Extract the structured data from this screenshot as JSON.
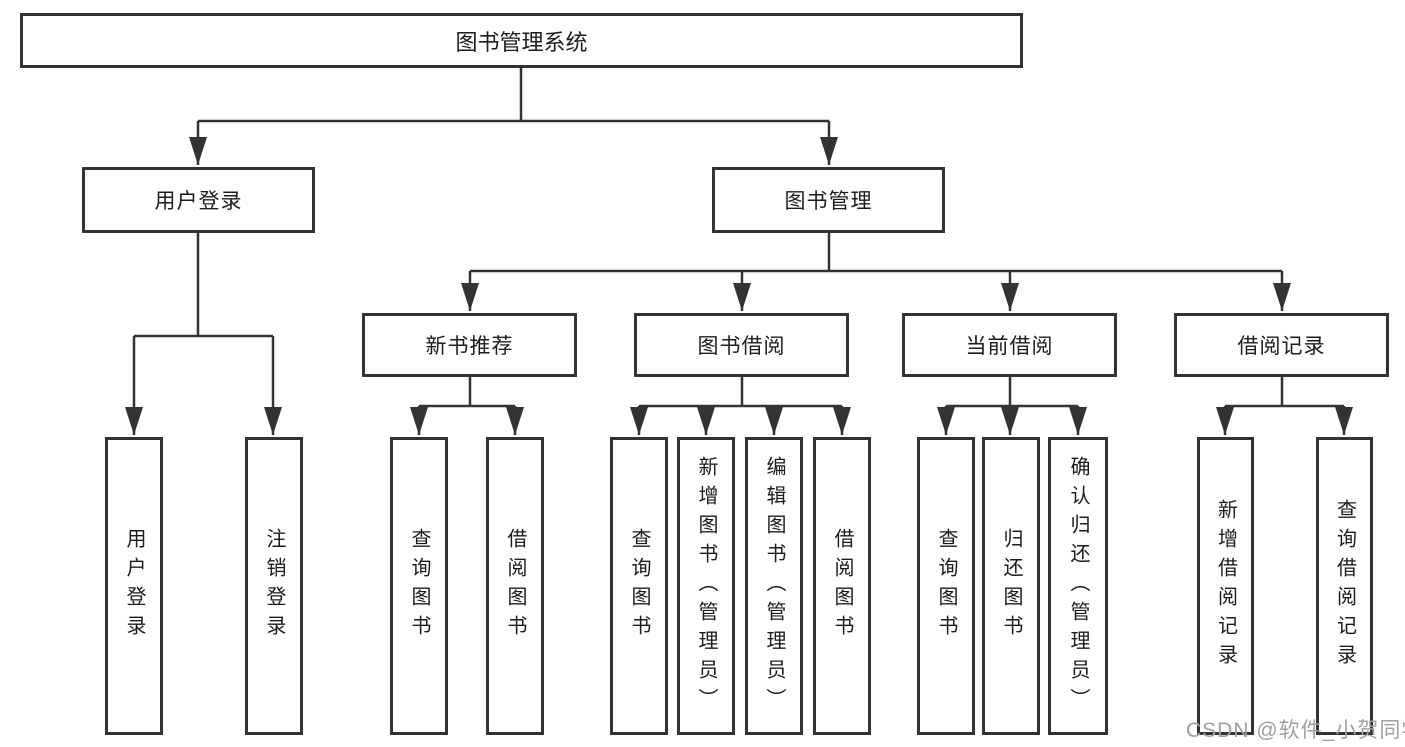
{
  "diagram_type": "hierarchy-tree",
  "root": {
    "label": "图书管理系统"
  },
  "branches": [
    {
      "label": "用户登录",
      "children": [
        {
          "label": "用户登录"
        },
        {
          "label": "注销登录"
        }
      ]
    },
    {
      "label": "图书管理",
      "children": [
        {
          "label": "新书推荐",
          "children": [
            {
              "label": "查询图书"
            },
            {
              "label": "借阅图书"
            }
          ]
        },
        {
          "label": "图书借阅",
          "children": [
            {
              "label": "查询图书"
            },
            {
              "label": "新增图书（管理员）"
            },
            {
              "label": "编辑图书（管理员）"
            },
            {
              "label": "借阅图书"
            }
          ]
        },
        {
          "label": "当前借阅",
          "children": [
            {
              "label": "查询图书"
            },
            {
              "label": "归还图书"
            },
            {
              "label": "确认归还（管理员）"
            }
          ]
        },
        {
          "label": "借阅记录",
          "children": [
            {
              "label": "新增借阅记录"
            },
            {
              "label": "查询借阅记录"
            }
          ]
        }
      ]
    }
  ],
  "watermark": {
    "text": "CSDN @软件_小贺同学"
  },
  "colors": {
    "line": "#333333",
    "box_border": "#333333",
    "box_background": "#ffffff",
    "text": "#1c1c1c",
    "watermark": "#a0a0a0"
  }
}
